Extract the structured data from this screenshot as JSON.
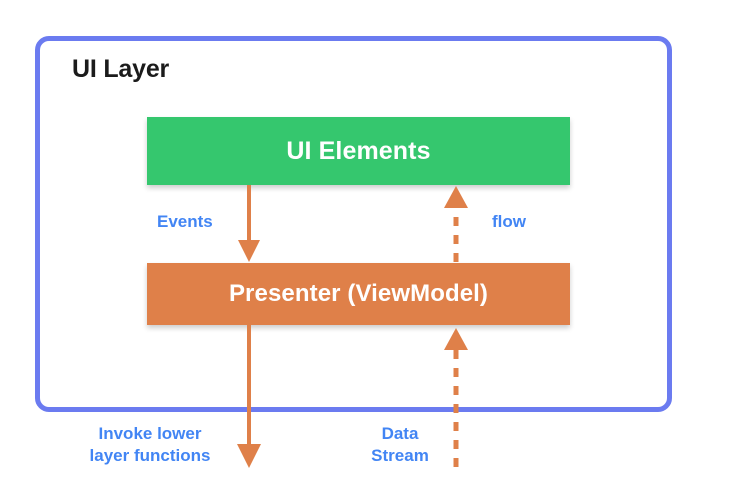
{
  "diagram": {
    "title": "UI Layer",
    "accent_colors": {
      "layer_border": "#6b7bf0",
      "ui_elements_fill": "#35c76e",
      "presenter_fill": "#df8049",
      "arrow": "#df8049",
      "label_text": "#4285f4",
      "title_text": "#1b1b1b",
      "background": "#ffffff"
    },
    "blocks": [
      {
        "id": "ui-elements",
        "label": "UI Elements"
      },
      {
        "id": "presenter",
        "label": "Presenter (ViewModel)"
      }
    ],
    "edges": [
      {
        "id": "events",
        "label": "Events",
        "style": "solid",
        "direction": "down",
        "from": "ui-elements",
        "to": "presenter"
      },
      {
        "id": "flow",
        "label": "flow",
        "style": "dashed",
        "direction": "up",
        "from": "presenter",
        "to": "ui-elements"
      },
      {
        "id": "invoke-lower-layer",
        "label": "Invoke lower\nlayer functions",
        "style": "solid",
        "direction": "down",
        "from": "presenter",
        "to": "lower-layer"
      },
      {
        "id": "data-stream",
        "label": "Data\nStream",
        "style": "dashed",
        "direction": "up",
        "from": "lower-layer",
        "to": "presenter"
      }
    ]
  }
}
